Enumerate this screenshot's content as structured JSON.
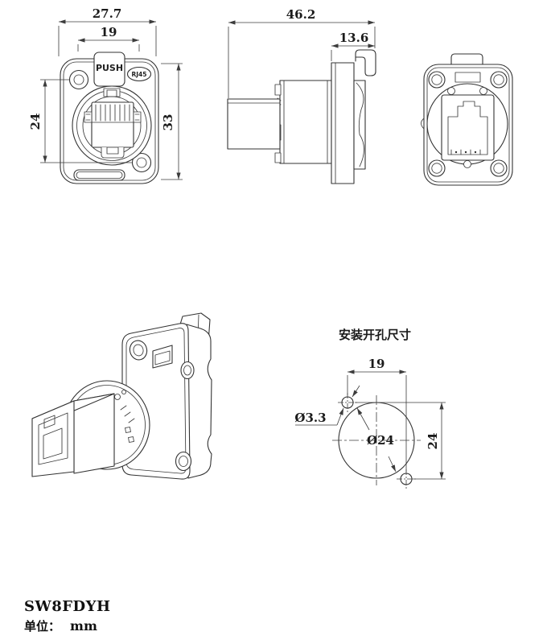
{
  "drawing": {
    "description": "RJ45 panel-mount coupler technical drawing",
    "colors": {
      "line": "#333333",
      "background": "#ffffff",
      "text": "#111111"
    }
  },
  "front_view": {
    "push_label": "PUSH",
    "rj45_label": "RJ45",
    "dim_overall_width": "27.7",
    "dim_hole_spacing_h": "19",
    "dim_hole_spacing_v": "24",
    "dim_overall_height": "33"
  },
  "side_view": {
    "dim_overall_depth": "46.2",
    "dim_flange_depth": "13.6"
  },
  "mounting_view": {
    "title": "安装开孔尺寸",
    "dim_hole_spacing_h": "19",
    "dim_screw_hole_dia": "Ø3.3",
    "dim_panel_hole_dia": "Ø24",
    "dim_hole_spacing_v": "24"
  },
  "footer": {
    "model": "SW8FDYH",
    "units_label": "单位：",
    "units_value": "mm"
  }
}
